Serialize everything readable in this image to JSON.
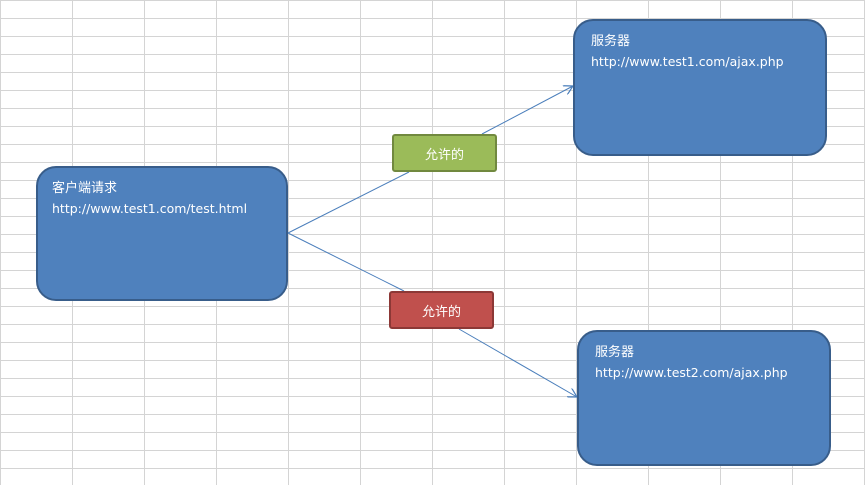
{
  "diagram": {
    "client": {
      "title": "客户端请求",
      "url": "http://www.test1.com/test.html"
    },
    "server1": {
      "title": "服务器",
      "url": "http://www.test1.com/ajax.php"
    },
    "server2": {
      "title": "服务器",
      "url": "http://www.test2.com/ajax.php"
    },
    "edge_labels": {
      "green": "允许的",
      "red": "允许的"
    },
    "colors": {
      "node_fill": "#4f81bd",
      "node_border": "#385d8a",
      "green_fill": "#9bbb59",
      "red_fill": "#c0504d",
      "arrow": "#4a7ebb",
      "grid": "#d4d4d4"
    }
  }
}
